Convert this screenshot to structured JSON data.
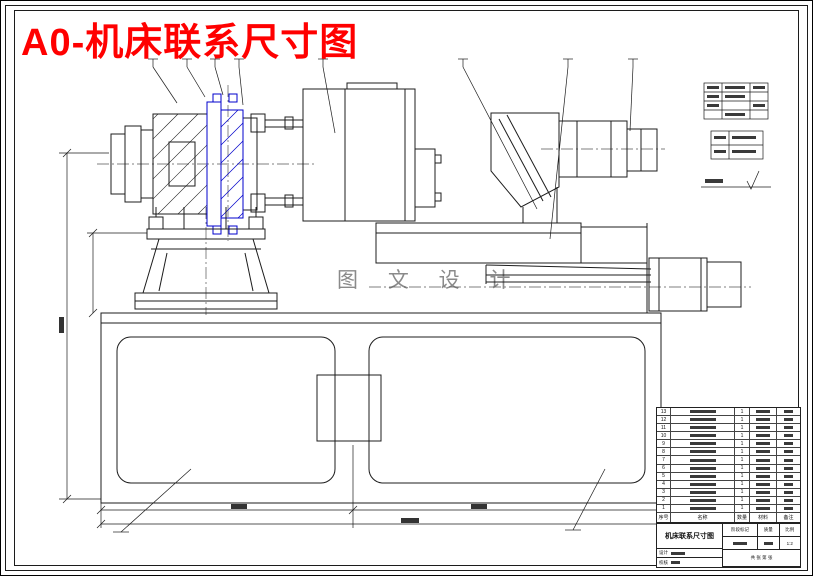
{
  "title": {
    "text": "A0-机床联系尺寸图",
    "color": "#ff0000"
  },
  "watermark": {
    "text": "图 文 设 计",
    "color": "#8a8a8a"
  },
  "frame": {
    "background": "#ffffff",
    "line_color": "#1c1c1c"
  },
  "accent": {
    "highlight_blue": "#0000cc",
    "title_red": "#ff0000"
  },
  "parts_list": {
    "headers": [
      "序号",
      "名称",
      "数量",
      "材料",
      "备注"
    ],
    "rows": [
      {
        "no": "13",
        "qty": "1"
      },
      {
        "no": "12",
        "qty": "1"
      },
      {
        "no": "11",
        "qty": "1"
      },
      {
        "no": "10",
        "qty": "1"
      },
      {
        "no": "9",
        "qty": "1"
      },
      {
        "no": "8",
        "qty": "1"
      },
      {
        "no": "7",
        "qty": "1"
      },
      {
        "no": "6",
        "qty": "1"
      },
      {
        "no": "5",
        "qty": "1"
      },
      {
        "no": "4",
        "qty": "1"
      },
      {
        "no": "3",
        "qty": "1"
      },
      {
        "no": "2",
        "qty": "1"
      },
      {
        "no": "1",
        "qty": "1"
      }
    ]
  },
  "title_block": {
    "drawing_name": "机床联系尺寸图",
    "scale_label": "比例",
    "scale_value": "1:2",
    "stage_label": "阶段标记",
    "mass_label": "质量",
    "sheet_info": "共 张 第 张",
    "design_label": "设计",
    "check_label": "校核"
  }
}
